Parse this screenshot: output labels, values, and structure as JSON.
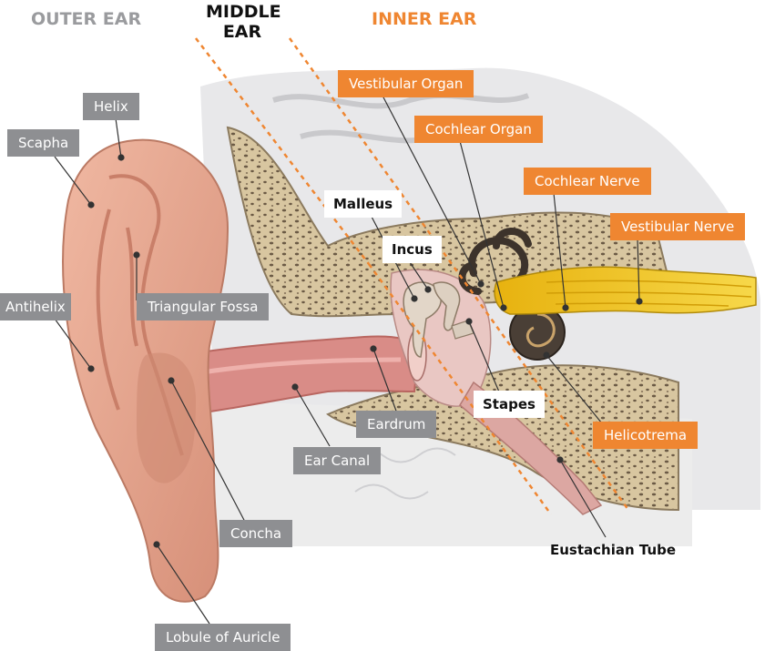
{
  "sections": {
    "outer": "OUTER EAR",
    "middle_line1": "MIDDLE",
    "middle_line2": "EAR",
    "inner": "INNER EAR"
  },
  "colors": {
    "outer_title": "#9a9b9e",
    "middle_title": "#111111",
    "inner_title": "#ef8631",
    "gray_label": "#8e8f92",
    "orange_label": "#ef8631",
    "skin": "#e2a48e",
    "bone": "#d8c6a0",
    "nerve": "#f0c419"
  },
  "labels": {
    "helix": "Helix",
    "scapha": "Scapha",
    "antihelix": "Antihelix",
    "triangular_fossa": "Triangular Fossa",
    "concha": "Concha",
    "lobule": "Lobule of Auricle",
    "ear_canal": "Ear Canal",
    "eardrum": "Eardrum",
    "malleus": "Malleus",
    "incus": "Incus",
    "stapes": "Stapes",
    "eustachian": "Eustachian Tube",
    "vestibular_organ": "Vestibular Organ",
    "cochlear_organ": "Cochlear Organ",
    "cochlear_nerve": "Cochlear Nerve",
    "vestibular_nerve": "Vestibular Nerve",
    "helicotrema": "Helicotrema"
  }
}
